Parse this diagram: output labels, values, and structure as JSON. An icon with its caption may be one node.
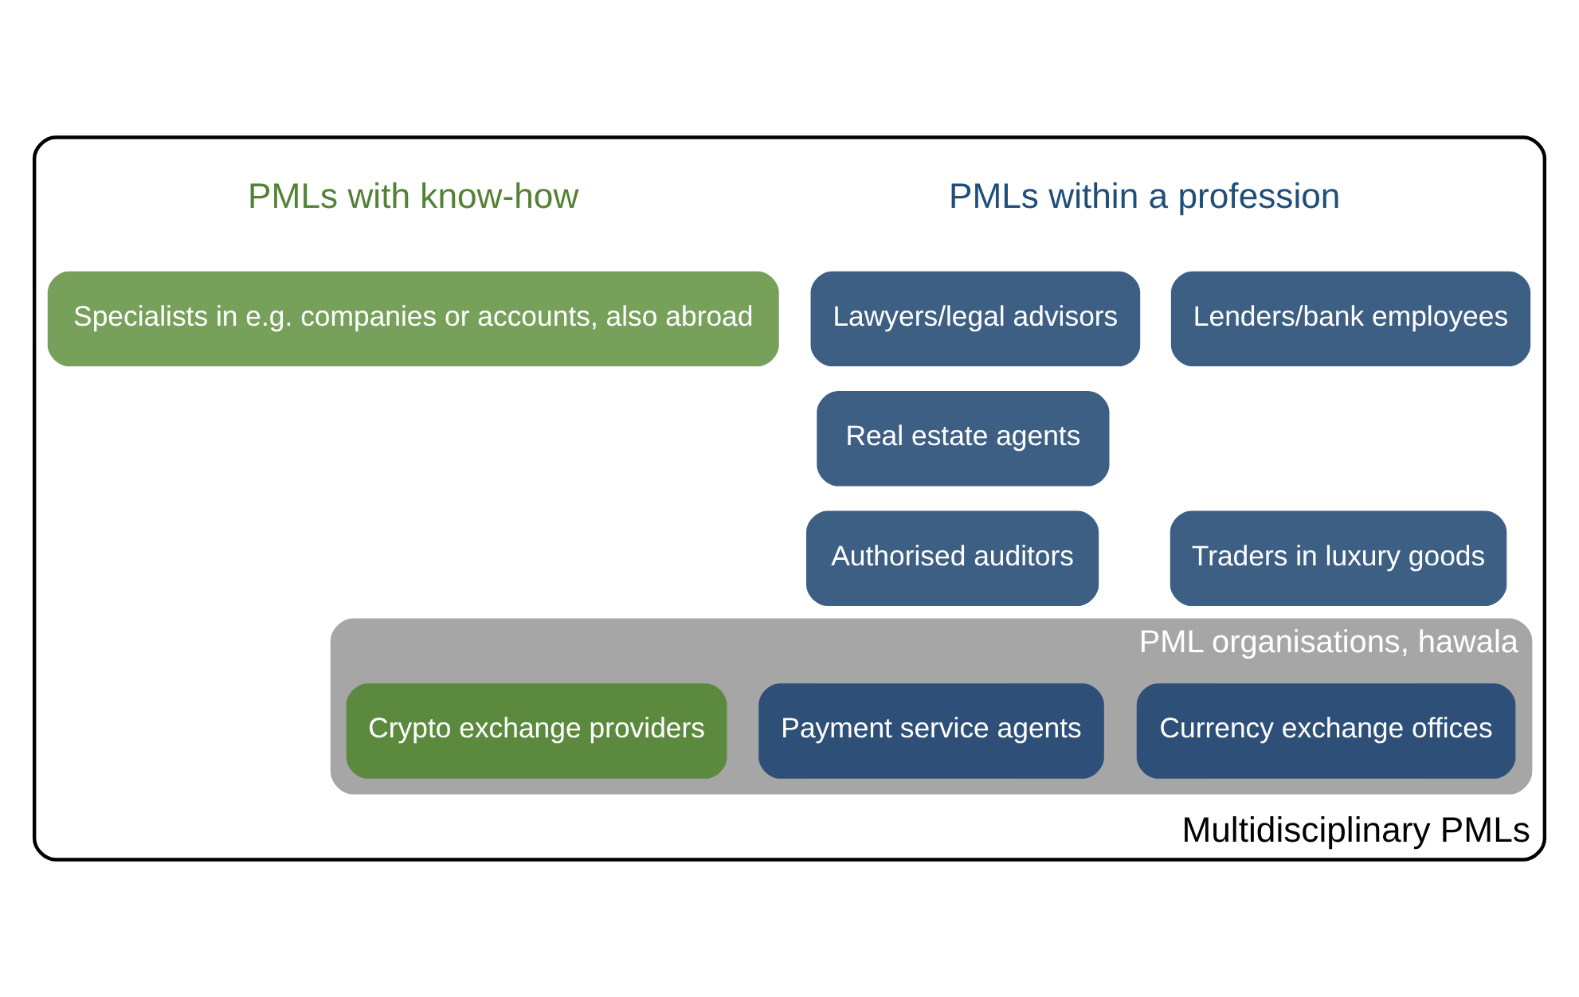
{
  "diagram": {
    "nodes": [
      {
        "text": [
          "Multidisciplinary PMLs"
        ]
      },
      {
        "text": [
          "Lawyers/legal advisors"
        ],
        "in": 0
      },
      {
        "text": [
          "Lenders/bank employees"
        ],
        "in": 0
      },
      {
        "text": [
          "Specialists in e.g. companies or accounts, also abroad"
        ],
        "in": 0
      },
      {
        "text": [
          "Real estate agents"
        ],
        "in": 0
      },
      {
        "text": [
          "Traders in luxury goods"
        ],
        "in": 0
      },
      {
        "text": [
          "Authorised auditors"
        ],
        "in": 0
      },
      {
        "text": [
          "PML organisations, hawala"
        ],
        "in": 0
      },
      {
        "text": [
          "Payment service agents"
        ],
        "in": 7
      },
      {
        "text": [
          "Currency exchange offices"
        ],
        "in": 7
      },
      {
        "text": [
          "Crypto exchange providers"
        ],
        "in": 7
      }
    ],
    "labels": [
      "PMLs within a profession",
      "PMLs with know-how"
    ]
  }
}
